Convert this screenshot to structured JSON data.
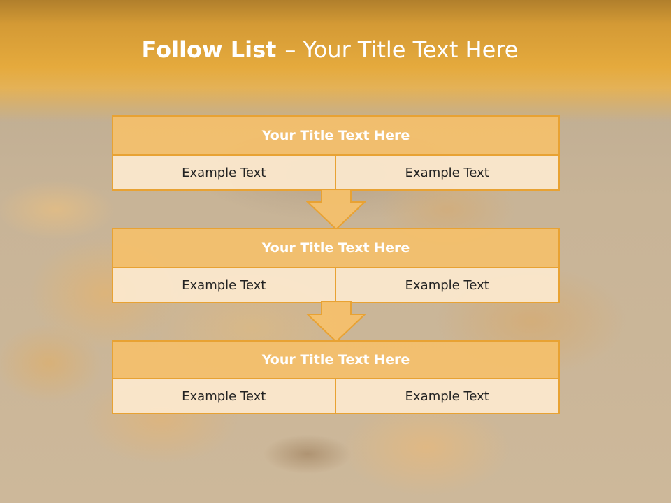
{
  "slide": {
    "title_bold": "Follow List",
    "title_sep": "–",
    "title_rest": "Your Title Text Here"
  },
  "blocks": [
    {
      "title": "Your Title Text Here",
      "left": "Example Text",
      "right": "Example Text"
    },
    {
      "title": "Your Title Text Here",
      "left": "Example Text",
      "right": "Example Text"
    },
    {
      "title": "Your Title Text Here",
      "left": "Example Text",
      "right": "Example Text"
    }
  ],
  "colors": {
    "header_fill": "#f4c06c",
    "border": "#e8a233",
    "cell_fill": "#fce8ce",
    "band": "#e5aa3d"
  },
  "icons": [
    "down-arrow-icon",
    "down-arrow-icon"
  ]
}
